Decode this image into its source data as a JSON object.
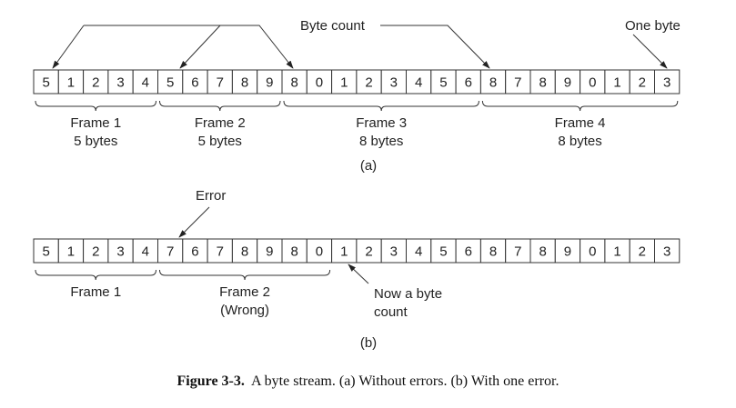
{
  "figure": {
    "byte_count_label": "Byte count",
    "one_byte_label": "One byte",
    "error_label": "Error",
    "now_byte_count_label": [
      "Now a byte",
      "count"
    ],
    "caption_bold": "Figure 3-3.",
    "caption_text": "A byte stream. (a) Without errors. (b) With one error."
  },
  "panel_a": {
    "label": "(a)",
    "bytes": [
      "5",
      "1",
      "2",
      "3",
      "4",
      "5",
      "6",
      "7",
      "8",
      "9",
      "8",
      "0",
      "1",
      "2",
      "3",
      "4",
      "5",
      "6",
      "8",
      "7",
      "8",
      "9",
      "0",
      "1",
      "2",
      "3"
    ],
    "frames": [
      {
        "name": "Frame 1",
        "size": "5 bytes",
        "start": 0,
        "end": 5
      },
      {
        "name": "Frame 2",
        "size": "5 bytes",
        "start": 5,
        "end": 10
      },
      {
        "name": "Frame 3",
        "size": "8 bytes",
        "start": 10,
        "end": 18
      },
      {
        "name": "Frame 4",
        "size": "8 bytes",
        "start": 18,
        "end": 26
      }
    ]
  },
  "panel_b": {
    "label": "(b)",
    "bytes": [
      "5",
      "1",
      "2",
      "3",
      "4",
      "7",
      "6",
      "7",
      "8",
      "9",
      "8",
      "0",
      "1",
      "2",
      "3",
      "4",
      "5",
      "6",
      "8",
      "7",
      "8",
      "9",
      "0",
      "1",
      "2",
      "3"
    ],
    "frames": [
      {
        "name": "Frame 1",
        "size": "",
        "start": 0,
        "end": 5
      },
      {
        "name": "Frame 2",
        "size": "(Wrong)",
        "start": 5,
        "end": 12
      }
    ]
  }
}
